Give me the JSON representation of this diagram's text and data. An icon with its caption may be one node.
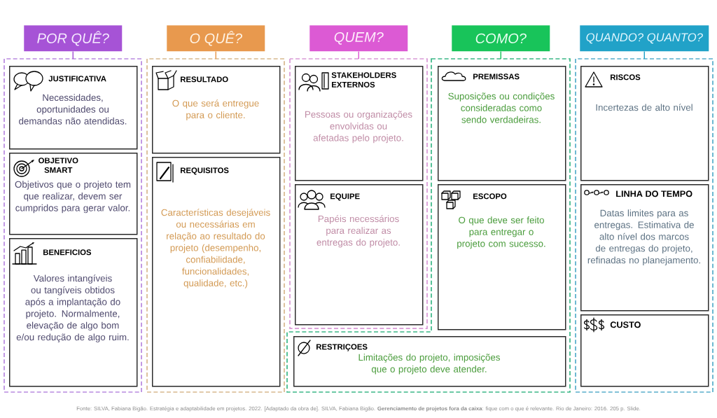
{
  "diagram": {
    "nodes": [
      {
        "text": [
          "POR QUÊ?"
        ]
      },
      {
        "text": [],
        "shape": "box"
      },
      {
        "text": [
          "JUSTIFICATIVA",
          "Necessidades, oportunidades ou demandas não atendidas."
        ],
        "in": 1
      },
      {
        "text": [
          "OBJETIVO SMART",
          "Objetivos que o projeto tem que realizar, devem ser cumpridos para gerar valor."
        ],
        "in": 1
      },
      {
        "text": [
          "BENEFICIOS",
          "Valores intangíveis ou tangíveis obtidos após a implantação do projeto. Normalmente, elevação de algo bom e/ou redução de algo ruim."
        ],
        "in": 1
      },
      {
        "text": [
          "O QUÊ?"
        ]
      },
      {
        "text": [],
        "shape": "box"
      },
      {
        "text": [
          "RESULTADO",
          "O que será entregue para o cliente."
        ],
        "in": 6
      },
      {
        "text": [
          "REQUISITOS",
          "Características desejáveis ou necessárias em relação ao resultado do projeto (desempenho, confiabilidade, funcionalidades, qualidade, etc.)"
        ],
        "in": 6
      },
      {
        "text": [
          "QUEM?"
        ]
      },
      {
        "text": [],
        "shape": "box"
      },
      {
        "text": [
          "STAKEHOLDERS EXTERNOS",
          "Pessoas ou organizações envolvidas ou afetadas pelo projeto."
        ],
        "in": 10
      },
      {
        "text": [
          "EQUIPE",
          "Papéis necessários para realizar as entregas do projeto."
        ],
        "in": 10
      },
      {
        "text": [
          "COMO?"
        ]
      },
      {
        "text": [],
        "shape": "box"
      },
      {
        "text": [
          "PREMISSAS",
          "Suposições ou condições consideradas como sendo verdadeiras."
        ],
        "in": 14
      },
      {
        "text": [
          "ESCOPO",
          "O que deve ser feito para entregar o projeto com sucesso."
        ],
        "in": 14
      },
      {
        "text": [
          "RESTRIÇOES",
          "Limitações do projeto, imposições que o projeto deve atender."
        ],
        "in": 14
      },
      {
        "text": [
          "QUANDO? QUANTO?"
        ]
      },
      {
        "text": [],
        "shape": "box"
      },
      {
        "text": [
          "RISCOS",
          "Incertezas de alto nível"
        ],
        "in": 19
      },
      {
        "text": [
          "LINHA DO TEMPO",
          "Datas limites para as entregas. Estimativa de alto nível dos marcos de entregas do projeto, refinadas no planejamento."
        ],
        "in": 19
      },
      {
        "text": [
          "CUSTO"
        ],
        "in": 19
      }
    ],
    "edges": [
      {
        "from": 0,
        "to": 1,
        "arrow": "none",
        "color": "#a653d6"
      },
      {
        "from": 5,
        "to": 6,
        "arrow": "none",
        "color": "#e8994e"
      },
      {
        "from": 9,
        "to": 10,
        "arrow": "none",
        "color": "#dc5ad4"
      },
      {
        "from": 13,
        "to": 14,
        "arrow": "none",
        "color": "#18c45a"
      },
      {
        "from": 18,
        "to": 19,
        "arrow": "none",
        "color": "#21a2c8"
      }
    ],
    "labels": [
      "Fonte: SILVA, Fabiana Bigão. Estratégia e adaptabilidade em projetos. 2022. [Adaptado da obra de]. SILVA, Fabiana Bigão. **Gerenciamento de projetos fora da caixa**: fique com o que é relevante. Rio de Janeiro: 2016. 205 p. Slide."
    ]
  }
}
